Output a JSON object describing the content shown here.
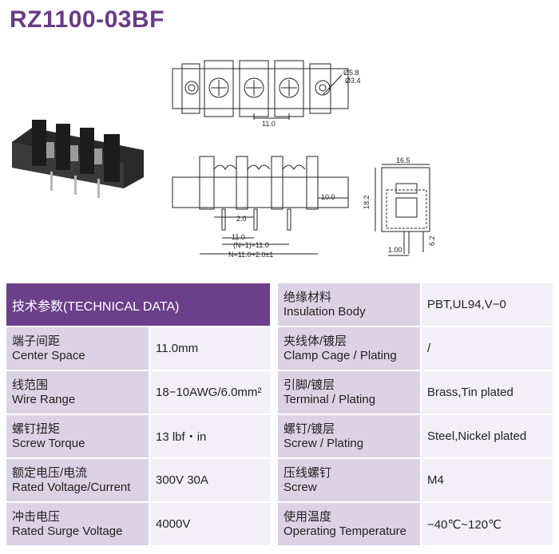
{
  "title": "RZ1100-03BF",
  "dims": {
    "top_pitch": "11.0",
    "d1": "Ø5.8",
    "d2": "Ø3.4",
    "side_10": "10.0",
    "pin_2": "2.0",
    "span_11": "11.0",
    "span_n1": "(N−1)×11.0",
    "span_total": "N×11.0+2.0±1",
    "w_16_5": "16.5",
    "h_18_2": "18.2",
    "pin_1": "1.00",
    "pin_6_2": "6.2"
  },
  "table": {
    "header": "技术参数(TECHNICAL DATA)",
    "left": [
      {
        "cn": "端子间距",
        "en": "Center Space",
        "value": "11.0mm"
      },
      {
        "cn": "线范围",
        "en": "Wire Range",
        "value": "18−10AWG/6.0mm²"
      },
      {
        "cn": "螺钉扭矩",
        "en": "Screw Torque",
        "value": "13 lbf・in"
      },
      {
        "cn": "额定电压/电流",
        "en": "Rated Voltage/Current",
        "value": "300V 30A"
      },
      {
        "cn": "冲击电压",
        "en": "Rated Surge Voltage",
        "value": "4000V"
      }
    ],
    "right": [
      {
        "cn": "绝缘材料",
        "en": "Insulation Body",
        "value": "PBT,UL94,V−0"
      },
      {
        "cn": "夹线体/镀层",
        "en": "Clamp Cage / Plating",
        "value": "/"
      },
      {
        "cn": "引脚/镀层",
        "en": "Terminal / Plating",
        "value": "Brass,Tin plated"
      },
      {
        "cn": "螺钉/镀层",
        "en": "Screw / Plating",
        "value": "Steel,Nickel plated"
      },
      {
        "cn": "压线螺钉",
        "en": "Screw",
        "value": "M4"
      },
      {
        "cn": "使用温度",
        "en": "Operating Temperature",
        "value": "−40℃~120℃"
      }
    ]
  }
}
